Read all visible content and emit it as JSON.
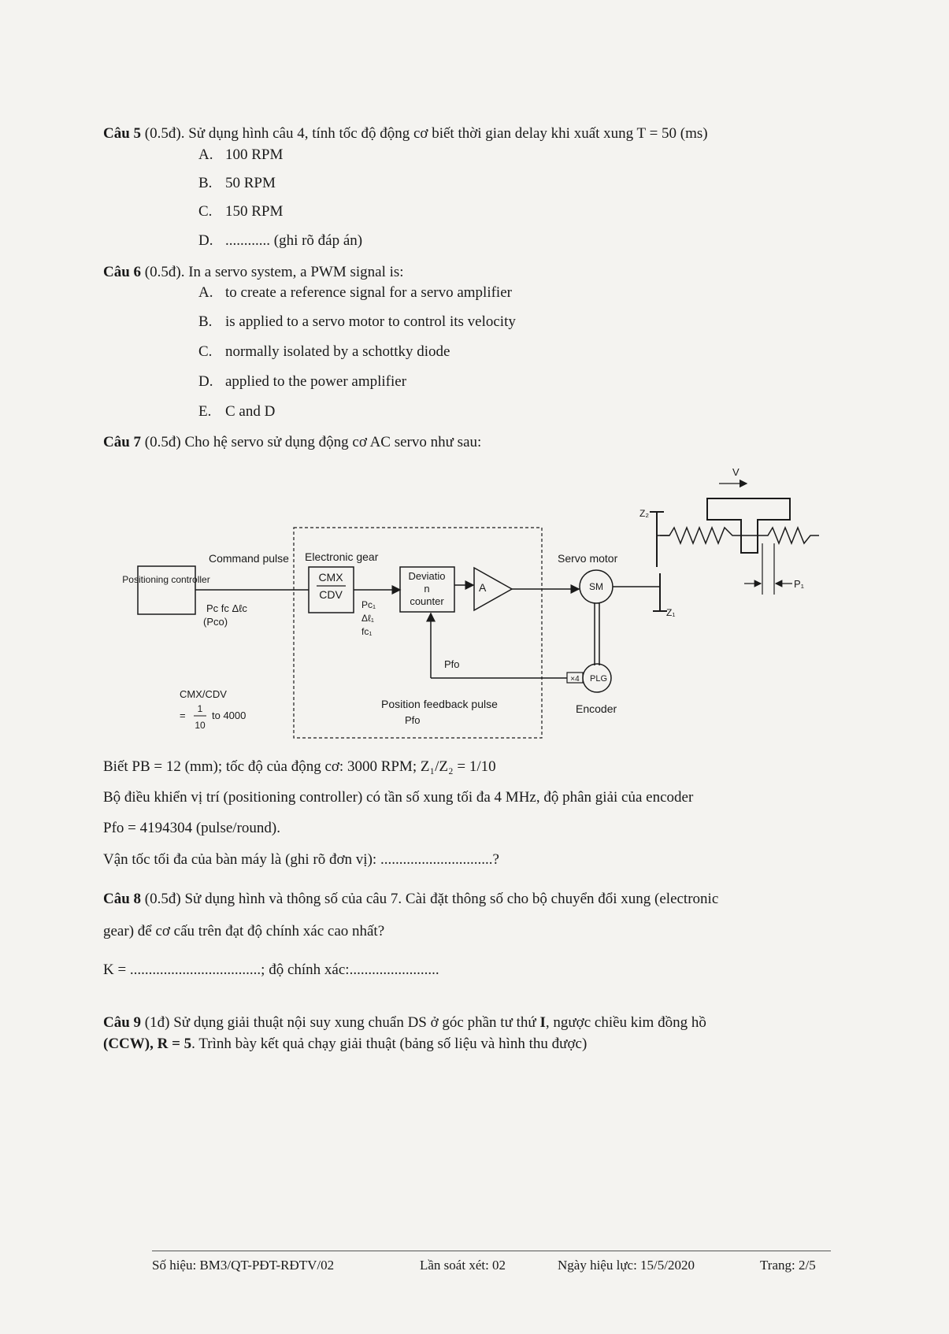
{
  "q5": {
    "num": "Câu 5",
    "text": " (0.5đ). Sử dụng hình câu 4, tính tốc độ động cơ biết thời gian delay khi xuất xung T = 50 (ms)",
    "options": [
      {
        "label": "A.",
        "text": "100 RPM"
      },
      {
        "label": "B.",
        "text": "50 RPM"
      },
      {
        "label": "C.",
        "text": "150 RPM"
      },
      {
        "label": "D.",
        "text": "............ (ghi rõ đáp án)"
      }
    ]
  },
  "q6": {
    "num": "Câu 6",
    "text": " (0.5đ). In a servo system, a PWM signal is:",
    "options": [
      {
        "label": "A.",
        "text": "to create a reference signal for a servo amplifier"
      },
      {
        "label": "B.",
        "text": "is applied to a servo motor to control its velocity"
      },
      {
        "label": "C.",
        "text": "normally isolated by a schottky diode"
      },
      {
        "label": "D.",
        "text": "applied to the power amplifier"
      },
      {
        "label": "E.",
        "text": "C and D"
      }
    ]
  },
  "q7": {
    "num": "Câu 7",
    "text": " (0.5đ) Cho hệ servo sử dụng động cơ AC servo như sau:",
    "diagram": {
      "positioning_controller": "Positioning controller",
      "command_pulse": "Command pulse",
      "pc_vars": "Pc  fc  Δℓc",
      "pco": "(Pco)",
      "electronic_gear": "Electronic gear",
      "cmx": "CMX",
      "cdv": "CDV",
      "pc1": "Pc₁",
      "dl1": "Δℓ₁",
      "fc1": "fc₁",
      "deviation_counter_1": "Deviatio",
      "deviation_counter_2": "n",
      "deviation_counter_3": "counter",
      "amp": "A",
      "servo_motor": "Servo motor",
      "sm": "SM",
      "pfo": "Pfo",
      "position_feedback": "Position feedback pulse",
      "pfo2": "Pfo",
      "encoder": "Encoder",
      "plg": "PLG",
      "x4": "×4",
      "cmx_cdv": "CMX/CDV",
      "ratio_eq": "=",
      "ratio_num": "1",
      "ratio_den": "10",
      "ratio_to": "to 4000",
      "v": "V",
      "z1": "Z₁",
      "z2": "Z₂",
      "p1": "P₁"
    },
    "given": "Biết PB = 12 (mm); tốc độ của động cơ: 3000 RPM; Z₁/Z₂ = 1/10",
    "line2": "Bộ điều khiển vị trí (positioning controller) có tần số xung tối đa 4 MHz, độ phân giải của encoder",
    "line3": "Pfo = 4194304 (pulse/round).",
    "line4": "Vận tốc tối đa của bàn máy là (ghi rõ đơn vị): ..............................?"
  },
  "q8": {
    "num": "Câu 8",
    "text1": " (0.5đ) Sử dụng hình và thông số của câu 7. Cài đặt thông số cho bộ chuyển đổi xung (electronic",
    "text2": "gear) để cơ cấu trên đạt độ chính xác cao nhất?",
    "answer": "K = ...................................; độ chính xác:........................"
  },
  "q9": {
    "num": "Câu 9",
    "text1a": " (1đ) Sử dụng giải thuật nội suy xung chuẩn DS ở góc phần tư thứ ",
    "text1b": "I",
    "text1c": ", ngược chiều kim đồng hồ",
    "text2a": "(CCW), R = 5",
    "text2b": ". Trình bày kết quả chạy giải thuật (bảng số liệu và hình thu được)"
  },
  "footer": {
    "code": "Số hiệu: BM3/QT-PĐT-RĐTV/02",
    "revision": "Lần soát xét: 02",
    "effective": "Ngày hiệu lực: 15/5/2020",
    "page": "Trang: 2/5"
  }
}
